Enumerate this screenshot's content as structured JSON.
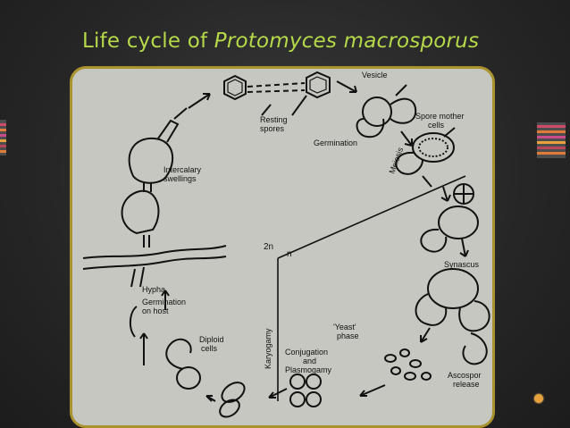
{
  "slide": {
    "title_prefix": "Life cycle of ",
    "title_species": "Protomyces macrosporus"
  },
  "diagram": {
    "labels": {
      "vesicle": "Vesicle",
      "resting_spores_1": "Resting",
      "resting_spores_2": "spores",
      "germination": "Germination",
      "spore_mother_1": "Spore mother",
      "spore_mother_2": "cells",
      "meiosis": "Meiosis",
      "intercalary_1": "Intercalary",
      "intercalary_2": "swellings",
      "ploidy_2n": "2n",
      "ploidy_n": "n",
      "synascus": "Synascus",
      "hypha": "Hypha",
      "germination_host_1": "Germination",
      "germination_host_2": "on host",
      "yeast_1": "'Yeast'",
      "yeast_2": "phase",
      "diploid_1": "Diploid",
      "diploid_2": "cells",
      "karyogamy": "Karyogamy",
      "conjugation_1": "Conjugation",
      "conjugation_2": "and",
      "conjugation_3": "Plasmogamy",
      "ascospores_1": "Ascospor",
      "ascospores_2": "release"
    }
  },
  "colors": {
    "title": "#b5d94a",
    "frame_border": "#a9932e",
    "paper": "#c7c7c1",
    "ink": "#111111",
    "nav_dot": "#e9a23b"
  },
  "icons": {
    "nav": "orange-dot-icon",
    "left_decoration": "striped-bar-icon",
    "right_decoration": "striped-bar-icon"
  }
}
